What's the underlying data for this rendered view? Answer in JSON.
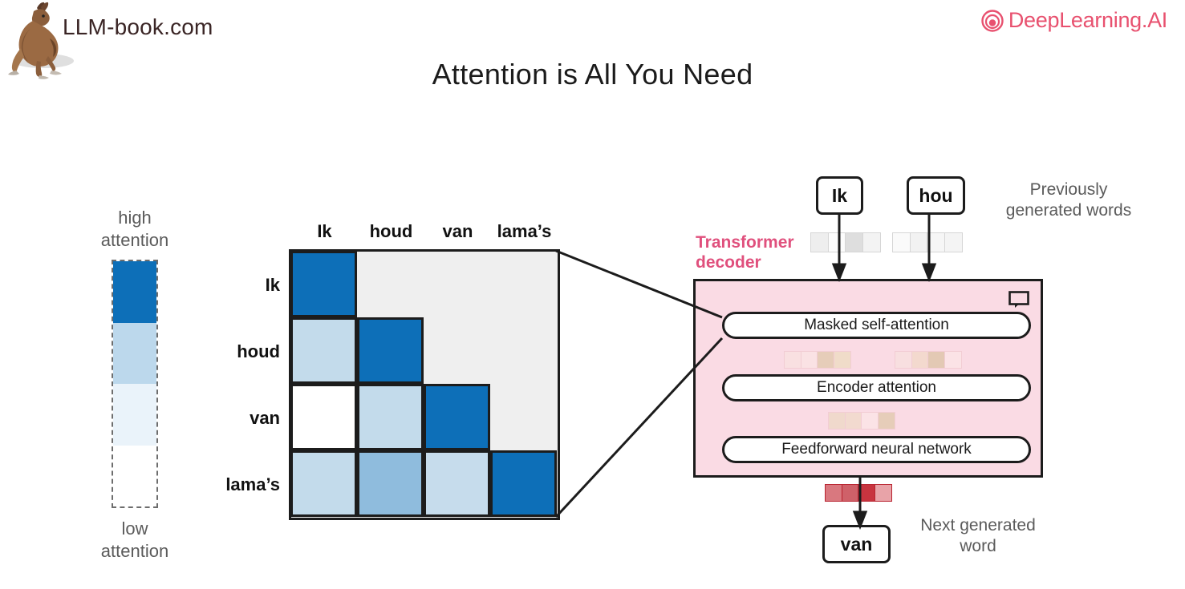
{
  "header": {
    "brand_name": "LLM-book.com",
    "brand_logo_icon": "kangaroo-logo",
    "partner_logo_text": "DeepLearning.AI",
    "partner_logo_icon": "spiral-circle-icon",
    "partner_logo_color": "#e8516f"
  },
  "title": "Attention is All You Need",
  "legend": {
    "high_label_line1": "high",
    "high_label_line2": "attention",
    "low_label_line1": "low",
    "low_label_line2": "attention",
    "swatches": [
      "#0d6fb8",
      "#bcd8ec",
      "#eaf3fa",
      "#ffffff"
    ]
  },
  "matrix": {
    "columns": [
      "Ik",
      "houd",
      "van",
      "lama’s"
    ],
    "rows": [
      "Ik",
      "houd",
      "van",
      "lama’s"
    ],
    "masked_color": "#efefef",
    "cells": [
      [
        "#0d6fb8",
        null,
        null,
        null
      ],
      [
        "#c3dbeb",
        "#0d6fb8",
        null,
        null
      ],
      [
        "#ffffff",
        "#c3dbeb",
        "#0d6fb8",
        null
      ],
      [
        "#c3dbeb",
        "#8fbcdd",
        "#c6dcec",
        "#0d6fb8"
      ]
    ]
  },
  "decoder": {
    "label_line1": "Transformer",
    "label_line2": "decoder",
    "label_color": "#e0507d",
    "panel_color": "#fadbe4",
    "chat_icon": "speech-bubble-icon",
    "input_words": [
      "Ik",
      "hou"
    ],
    "input_note_line1": "Previously",
    "input_note_line2": "generated words",
    "layers": [
      "Masked self-attention",
      "Encoder attention",
      "Feedforward neural network"
    ],
    "input_vectors": [
      [
        "#eeeeee",
        "#fcfcfc",
        "#dedede",
        "#f3f3f3"
      ],
      [
        "#fafafa",
        "#f2f2f2",
        "#f6f6f6",
        "#f4f4f4"
      ]
    ],
    "mid_vectors": [
      [
        "#f9e0e1",
        "#fae2e4",
        "#e6cdb9",
        "#f0dcc9"
      ],
      [
        "#f8dfe0",
        "#f3d9ce",
        "#e3c9b4",
        "#fbe3e6"
      ]
    ],
    "enc_vectors": [
      [
        "#f0d9cc",
        "#f2dacf",
        "#fbe3e6",
        "#e6cdb9"
      ]
    ],
    "output_vector": [
      "#d9787f",
      "#cf6169",
      "#c8343f",
      "#e8a3a8"
    ],
    "output_word": "van",
    "output_note_line1": "Next generated",
    "output_note_line2": "word"
  }
}
